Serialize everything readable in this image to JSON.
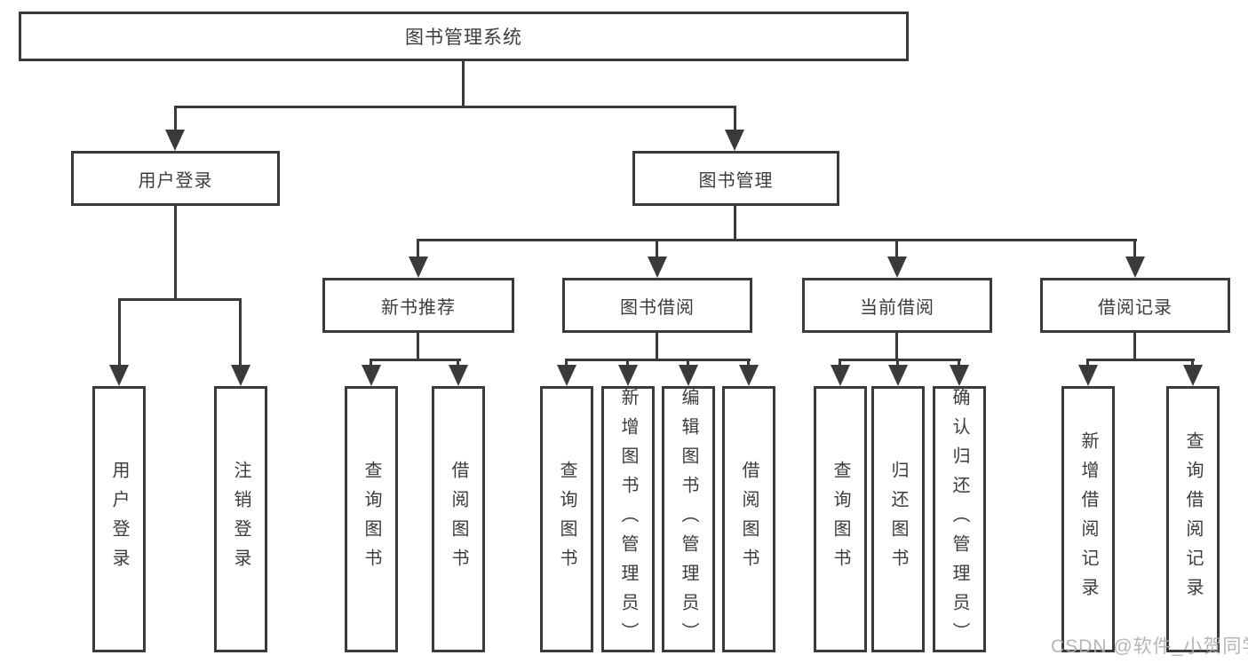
{
  "diagram": {
    "root": {
      "label": "图书管理系统"
    },
    "branches": [
      {
        "label": "用户登录",
        "children": [
          {
            "label": "用户登录"
          },
          {
            "label": "注销登录"
          }
        ]
      },
      {
        "label": "图书管理",
        "children": [
          {
            "label": "新书推荐",
            "children": [
              {
                "label": "查询图书"
              },
              {
                "label": "借阅图书"
              }
            ]
          },
          {
            "label": "图书借阅",
            "children": [
              {
                "label": "查询图书"
              },
              {
                "label": "新增图书（管理员）"
              },
              {
                "label": "编辑图书（管理员）"
              },
              {
                "label": "借阅图书"
              }
            ]
          },
          {
            "label": "当前借阅",
            "children": [
              {
                "label": "查询图书"
              },
              {
                "label": "归还图书"
              },
              {
                "label": "确认归还（管理员）"
              }
            ]
          },
          {
            "label": "借阅记录",
            "children": [
              {
                "label": "新增借阅记录"
              },
              {
                "label": "查询借阅记录"
              }
            ]
          }
        ]
      }
    ]
  },
  "watermark": {
    "text": "CSDN @软件_小贺同学"
  },
  "colors": {
    "line": "#3a3a3a",
    "text": "#3c3c3c",
    "watermark": "#aeaeae",
    "background": "#ffffff"
  }
}
